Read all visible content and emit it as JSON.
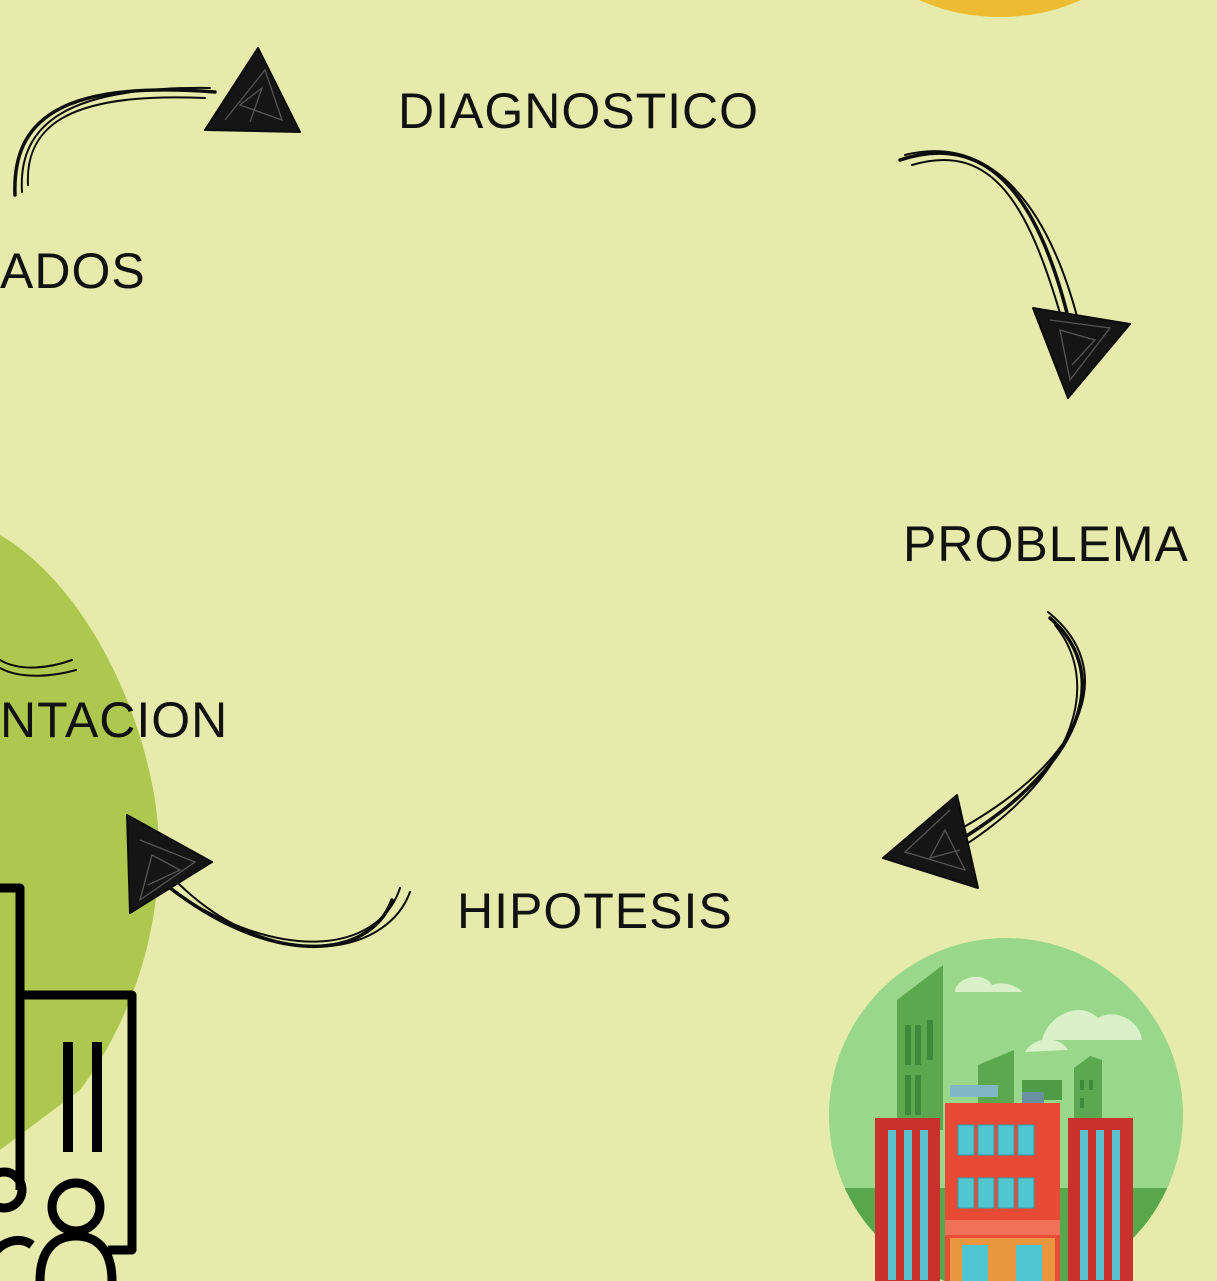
{
  "colors": {
    "background": "#e6ebab",
    "sun": "#eebc32",
    "green_blob": "#aec84f",
    "ink": "#0d0d0d"
  },
  "steps": {
    "diagnostico": "DIAGNOSTICO",
    "problema": "PROBLEMA",
    "hipotesis": "HIPOTESIS",
    "experimentacion": "NTACION",
    "resultados": "ADOS"
  },
  "icons": [
    "sun-shape",
    "people-building-icon",
    "city-building-illustration",
    "sketch-arrow-icon"
  ]
}
